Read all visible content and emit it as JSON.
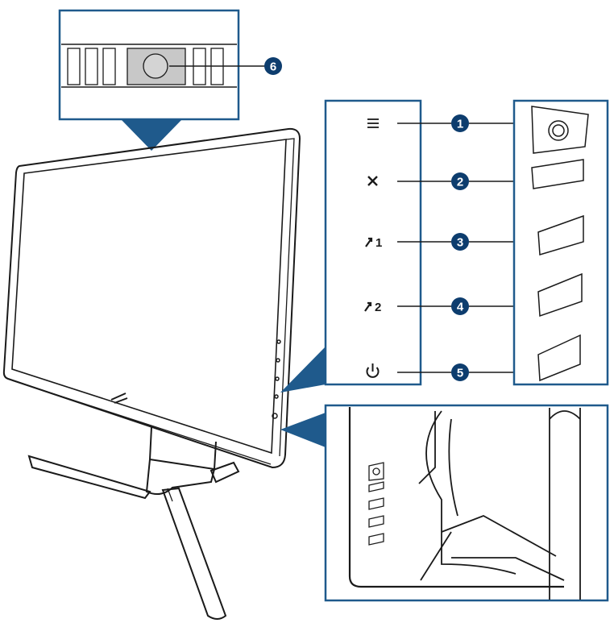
{
  "callouts": [
    {
      "number": "1",
      "button": "menu-button",
      "glyph": "≡"
    },
    {
      "number": "2",
      "button": "close-button",
      "glyph": "✕"
    },
    {
      "number": "3",
      "button": "gameplus-1-button",
      "glyph": "↗1"
    },
    {
      "number": "4",
      "button": "gameplus-2-button",
      "glyph": "↗2"
    },
    {
      "number": "5",
      "button": "power-button",
      "glyph": "⏻"
    },
    {
      "number": "6",
      "button": "five-way-joystick"
    }
  ],
  "colors": {
    "accent": "#1f5a8c",
    "callout_fill": "#0d3d6e",
    "line": "#1a1a1a",
    "joystick_bg": "#c8c8c8"
  }
}
